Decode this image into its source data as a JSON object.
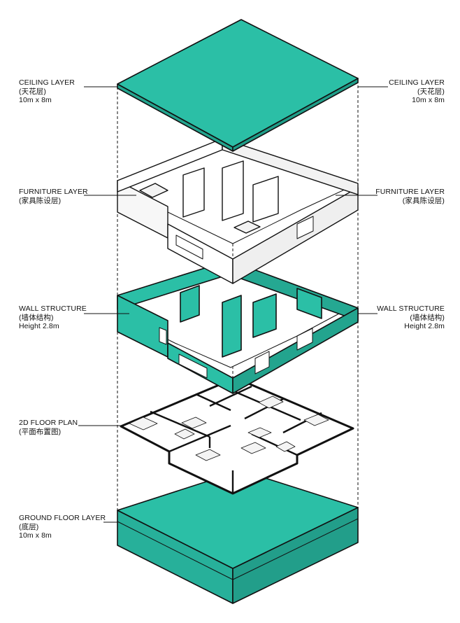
{
  "colors": {
    "teal": "#2bbfa6",
    "teal_dark": "#1f9d88",
    "teal_side": "#2ab39c",
    "outline": "#111111",
    "white": "#ffffff"
  },
  "layers": {
    "ceiling": {
      "left": {
        "title": "CEILING LAYER",
        "sub": "(天花层)",
        "dim": "10m x 8m"
      },
      "right": {
        "title": "CEILING LAYER",
        "sub": "(天花层)",
        "dim": "10m x 8m"
      }
    },
    "furniture": {
      "left": {
        "title": "FURNITURE LAYER",
        "sub": "(家具陈设层)"
      },
      "right": {
        "title": "FURNITURE LAYER",
        "sub": "(家具陈设层)"
      }
    },
    "walls": {
      "left": {
        "title": "WALL STRUCTURE",
        "sub": "(墙体结构)",
        "dim": "Height 2.8m"
      },
      "right": {
        "title": "WALL STRUCTURE",
        "sub": "(墙体结构)",
        "dim": "Height 2.8m"
      }
    },
    "floorplan": {
      "left": {
        "title": "2D FLOOR PLAN",
        "sub": "(平面布置图)"
      }
    },
    "ground": {
      "left": {
        "title": "GROUND FLOOR LAYER",
        "sub": "(底层)",
        "dim": "10m x 8m"
      }
    }
  }
}
